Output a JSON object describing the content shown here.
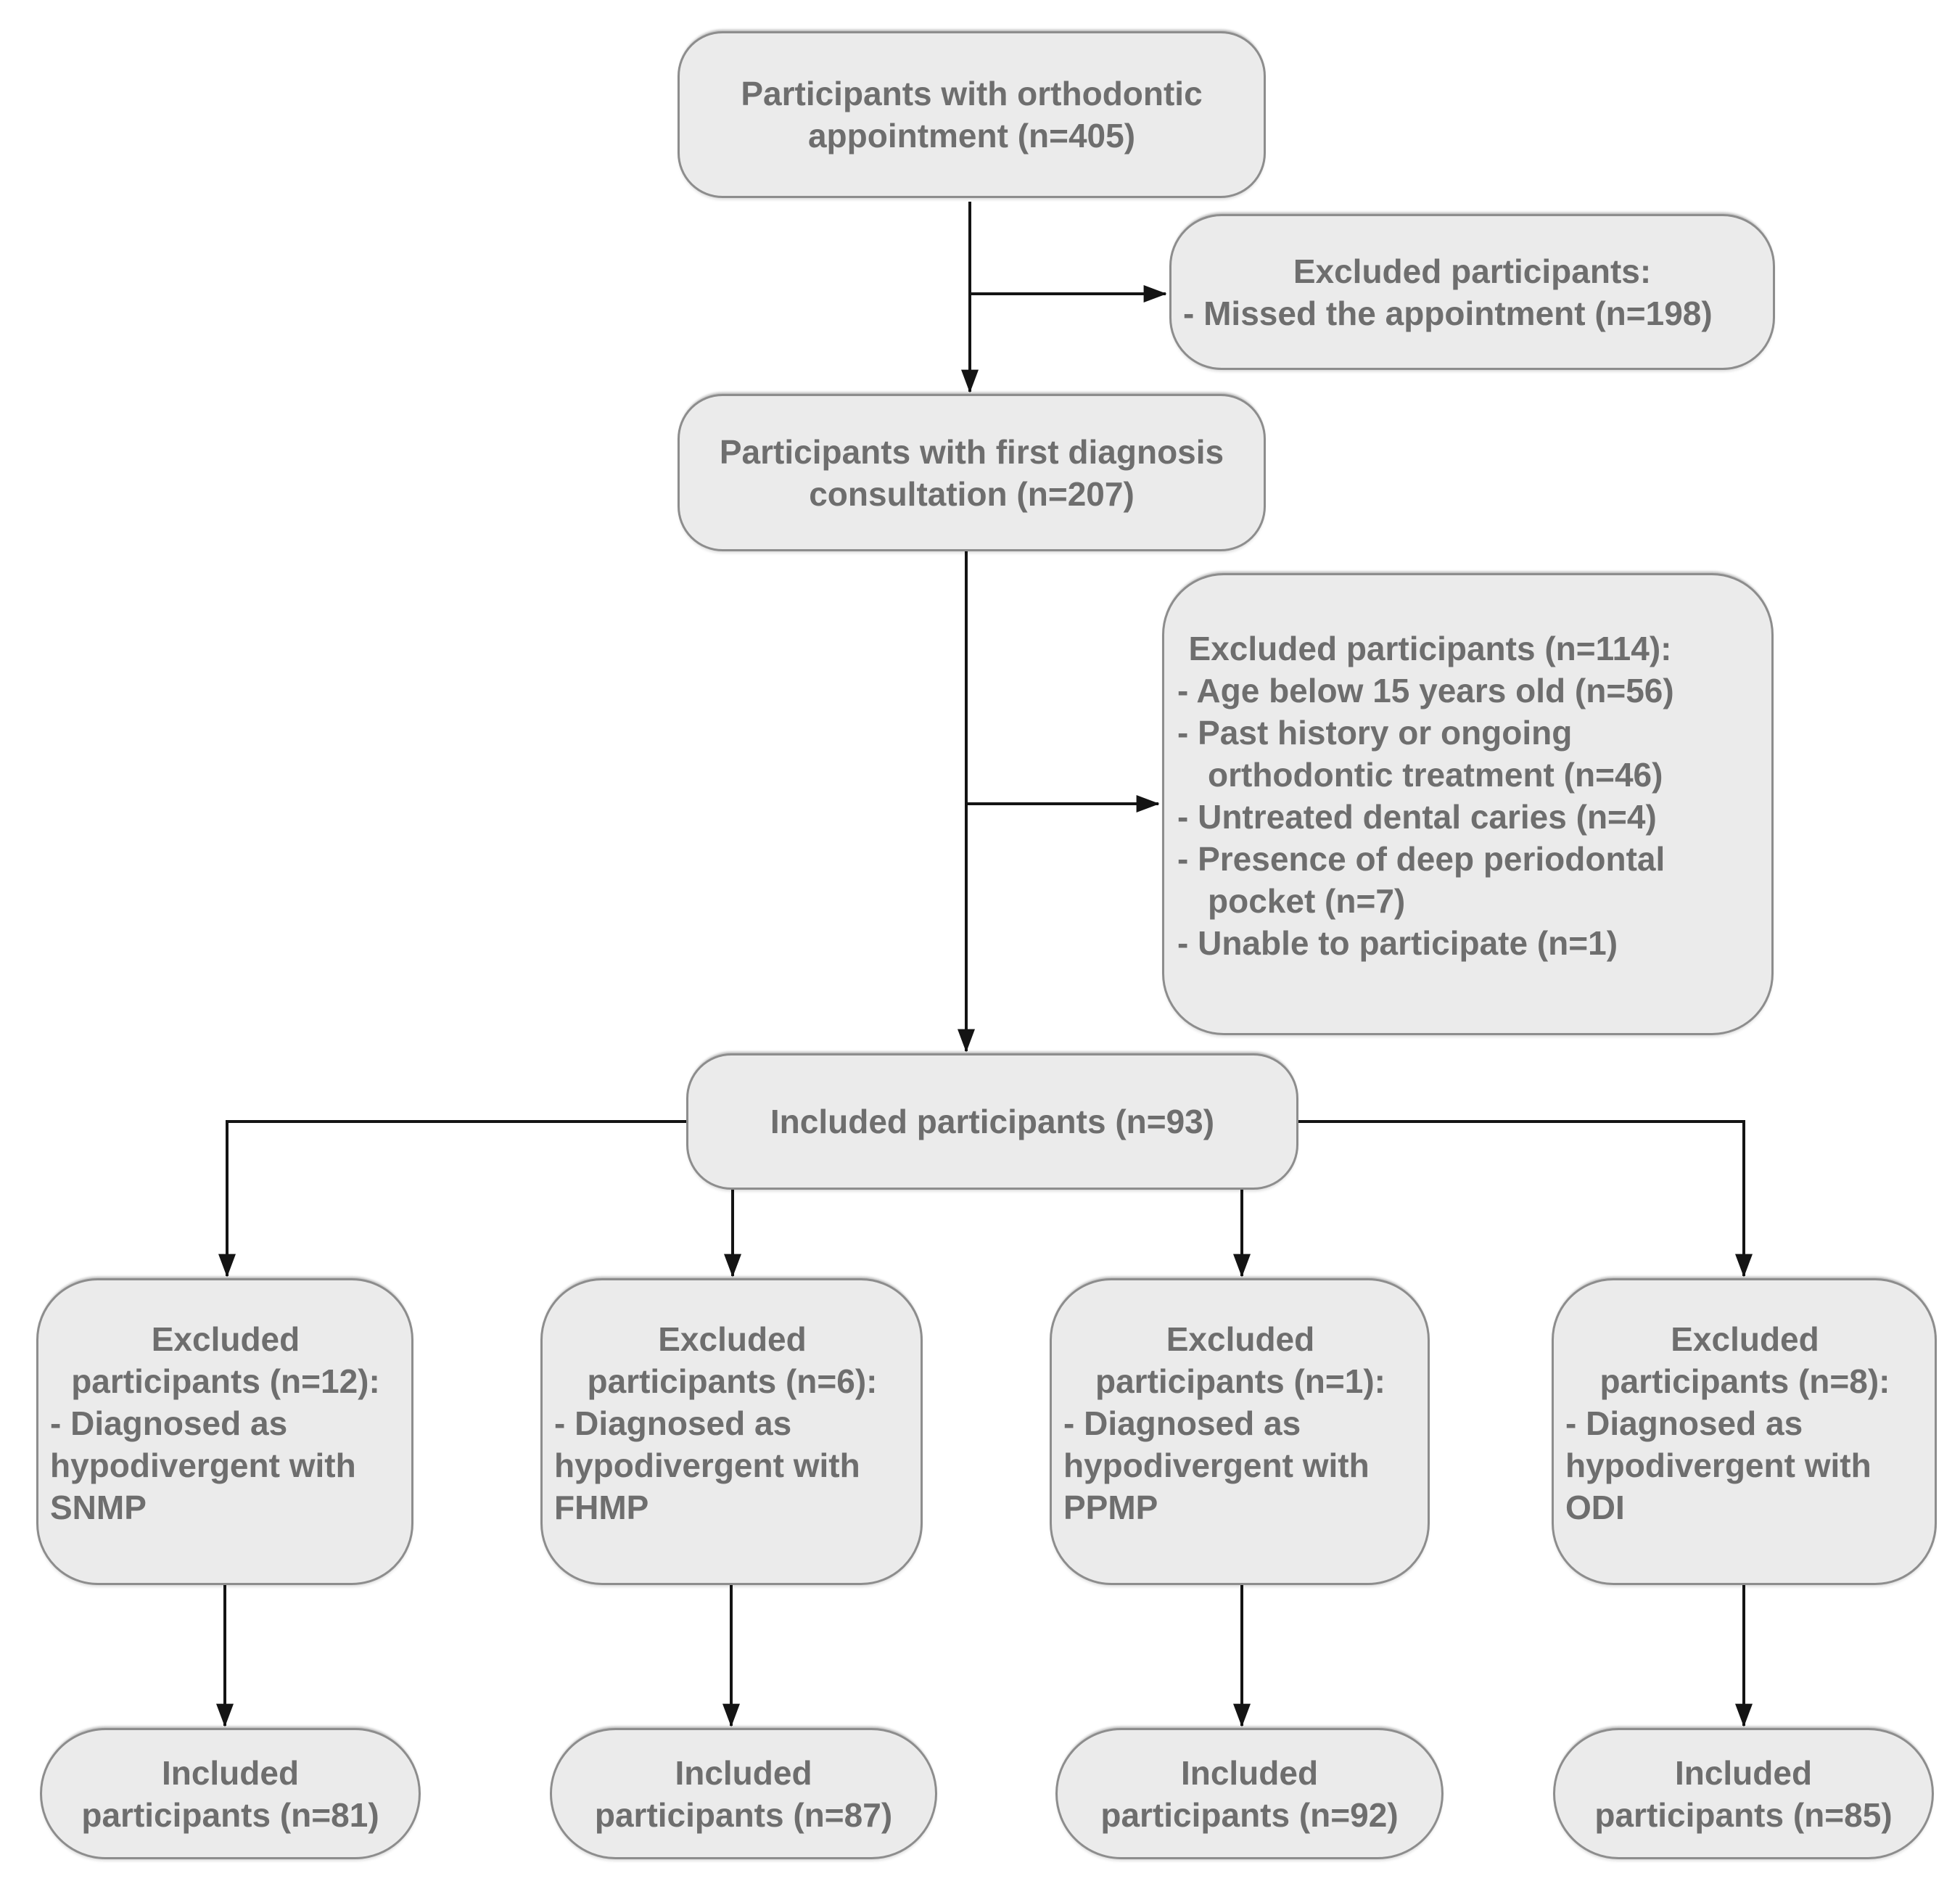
{
  "diagram": {
    "type": "participant-flow-diagram",
    "colors": {
      "background": "#ffffff",
      "node_fill": "#ebebeb",
      "node_border": "#8d8d8d",
      "text": "#6e6e6e",
      "connector": "#141414"
    },
    "nodes": {
      "appointment": {
        "lines": [
          "Participants with orthodontic",
          "appointment (n=405)"
        ]
      },
      "excluded_missed": {
        "title": "Excluded participants:",
        "bullets": [
          "- Missed the appointment (n=198)"
        ]
      },
      "first_consultation": {
        "lines": [
          "Participants with first diagnosis",
          "consultation (n=207)"
        ]
      },
      "excluded_diagnosis": {
        "title": "Excluded participants (n=114):",
        "bullets": [
          "- Age below 15 years old (n=56)",
          "- Past history or ongoing orthodontic treatment (n=46)",
          "- Untreated dental caries (n=4)",
          "- Presence of deep periodontal pocket (n=7)",
          "- Unable to participate (n=1)"
        ]
      },
      "included_all": {
        "lines": [
          "Included participants (n=93)"
        ]
      },
      "branches": [
        {
          "id": "snmp",
          "excluded_lines": [
            "Excluded",
            "participants (n=12):"
          ],
          "excluded_bullet": "- Diagnosed as hypodivergent with SNMP",
          "included_lines": [
            "Included",
            "participants (n=81)"
          ]
        },
        {
          "id": "fhmp",
          "excluded_lines": [
            "Excluded",
            "participants (n=6):"
          ],
          "excluded_bullet": "- Diagnosed as hypodivergent with FHMP",
          "included_lines": [
            "Included",
            "participants (n=87)"
          ]
        },
        {
          "id": "ppmp",
          "excluded_lines": [
            "Excluded",
            "participants (n=1):"
          ],
          "excluded_bullet": "- Diagnosed as hypodivergent with PPMP",
          "included_lines": [
            "Included",
            "participants (n=92)"
          ]
        },
        {
          "id": "odi",
          "excluded_lines": [
            "Excluded",
            "participants (n=8):"
          ],
          "excluded_bullet": "- Diagnosed as hypodivergent with ODI",
          "included_lines": [
            "Included",
            "participants (n=85)"
          ]
        }
      ]
    }
  }
}
